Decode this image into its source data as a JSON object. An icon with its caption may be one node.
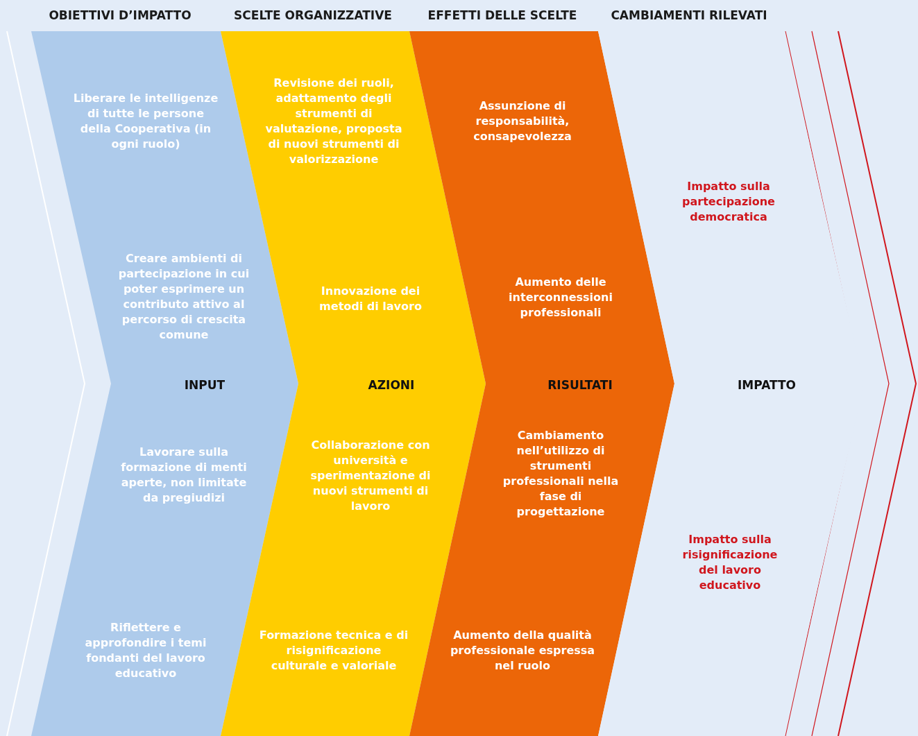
{
  "diagram": {
    "nodes": [
      {
        "text": [
          "OBIETTIVI D’IMPATTO",
          "Liberare le intelligenze di tutte le persone della Cooperativa (in ogni ruolo)",
          "Creare ambienti di partecipazione in cui poter esprimere un contributo attivo al percorso di crescita comune",
          "INPUT",
          "Lavorare sulla formazione di menti aperte, non limitate da pregiudizi",
          "Riflettere e approfondire i temi fondanti del lavoro educativo"
        ]
      },
      {
        "text": [
          "SCELTE ORGANIZZATIVE",
          "Revisione dei ruoli, adattamento degli strumenti di valutazione, proposta di nuovi strumenti di valorizzazione",
          "Innovazione dei metodi di lavoro",
          "AZIONI",
          "Collaborazione con università e sperimentazione di nuovi strumenti di lavoro",
          "Formazione tecnica e di risignificazione culturale e valoriale"
        ]
      },
      {
        "text": [
          "EFFETTI DELLE SCELTE",
          "Assunzione di responsabilità, consapevolezza",
          "Aumento delle interconnessioni professionali",
          "RISULTATI",
          "Cambiamento nell’utilizzo di strumenti professionali nella fase di progettazione",
          "Aumento della qualità professionale espressa nel ruolo"
        ]
      },
      {
        "text": [
          "CAMBIAMENTI RILEVATI",
          "Impatto sulla partecipazione democratica",
          "IMPATTO",
          "Impatto sulla risignificazione del lavoro educativo"
        ]
      }
    ]
  }
}
